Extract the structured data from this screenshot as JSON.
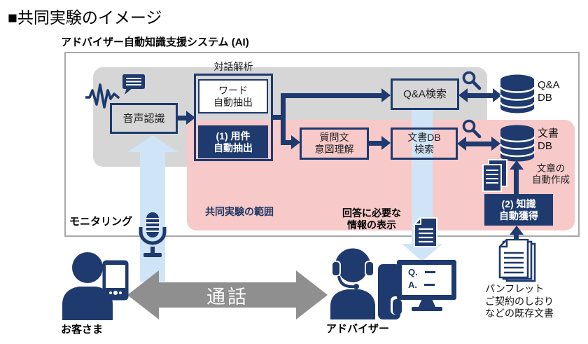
{
  "title": "■共同実験のイメージ",
  "system": {
    "label": "アドバイザー自動知識支援システム (AI)"
  },
  "colors": {
    "navy": "#1e3a6e",
    "gray_area": "#d6d6d6",
    "pink_area": "#f7c9c9",
    "light_blue": "#cfe5f7",
    "call_arrow_gray": "#8f8f8f",
    "boundary_border": "#a8a8a8"
  },
  "nodes": {
    "speech_recognition": {
      "label": "音声認識"
    },
    "dialogue_analysis": {
      "label": "対話解析"
    },
    "word_extract": {
      "line1": "ワード",
      "line2": "自動抽出"
    },
    "youken_extract": {
      "line1": "(1) 用件",
      "line2": "自動抽出"
    },
    "qa_search": {
      "label": "Q&A検索"
    },
    "intent": {
      "line1": "質問文",
      "line2": "意図理解"
    },
    "docdb_search": {
      "line1": "文書DB",
      "line2": "検索"
    },
    "qa_db": {
      "line1": "Q&A",
      "line2": "DB"
    },
    "doc_db": {
      "line1": "文書",
      "line2": "DB"
    },
    "auto_compose": {
      "line1": "文章の",
      "line2": "自動作成"
    },
    "knowledge": {
      "line1": "(2) 知識",
      "line2": "自動獲得"
    }
  },
  "labels": {
    "scope": "共同実験の範囲",
    "monitoring": "モニタリング",
    "answer_line1": "回答に必要な",
    "answer_line2": "情報の表示",
    "docs_line1": "パンフレット",
    "docs_line2": "ご契約のしおり",
    "docs_line3": "などの既存文書",
    "customer": "お客さま",
    "advisor": "アドバイザー",
    "call": "通話"
  },
  "screen": {
    "q": "Q.",
    "a": "A."
  },
  "icons": {
    "waveform": "waveform-icon",
    "speech_bubble": "speech-bubble-icon",
    "microphone": "microphone-icon",
    "search": "search-icon",
    "qa_database": "database-icon",
    "doc_database": "database-icon",
    "document_stack_navy": "document-stack-icon",
    "document_single_navy": "document-icon",
    "document_stack_white": "document-stack-icon",
    "customer_person": "person-icon",
    "advisor_person": "advisor-headset-icon",
    "smartphone": "smartphone-icon",
    "monitor": "monitor-icon"
  }
}
